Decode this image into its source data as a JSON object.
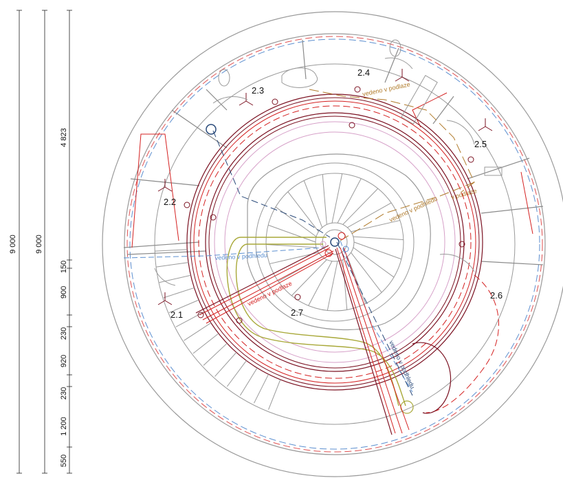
{
  "rooms": {
    "r21": "2.1",
    "r22": "2.2",
    "r23": "2.3",
    "r24": "2.4",
    "r25": "2.5",
    "r26": "2.6",
    "r27": "2.7"
  },
  "dimensions": {
    "total_outer": "9 000",
    "total_inner": "9 000",
    "upper": "4 823",
    "seg_150": "150",
    "seg_900": "900",
    "seg_230a": "230",
    "seg_920": "920",
    "seg_230b": "230",
    "seg_1200": "1 200",
    "seg_550": "550"
  },
  "annotations": {
    "vedeno_v_podhledu_left": "vedeno v podhledu",
    "vedeno_v_podlaze_left": "vedeno v podlaze",
    "vedeno_v_podlaze_top": "vedeno v podlaze",
    "vedeno_v_podhledu_right": "vedeno v podhledu",
    "vedeno_v_podhledu_bottom": "vedeno v podhledu",
    "v_podlaze_short": "v podlaze"
  },
  "colors": {
    "wall": "#8a8a8a",
    "water_red": "#d42020",
    "water_blue": "#5b8fd0",
    "heating_brown": "#b07a2a",
    "sewer_pink": "#d6a0c8",
    "floor_heating_olive": "#a8a838",
    "dark_line": "#7a1020",
    "navy": "#2a4a7a"
  }
}
